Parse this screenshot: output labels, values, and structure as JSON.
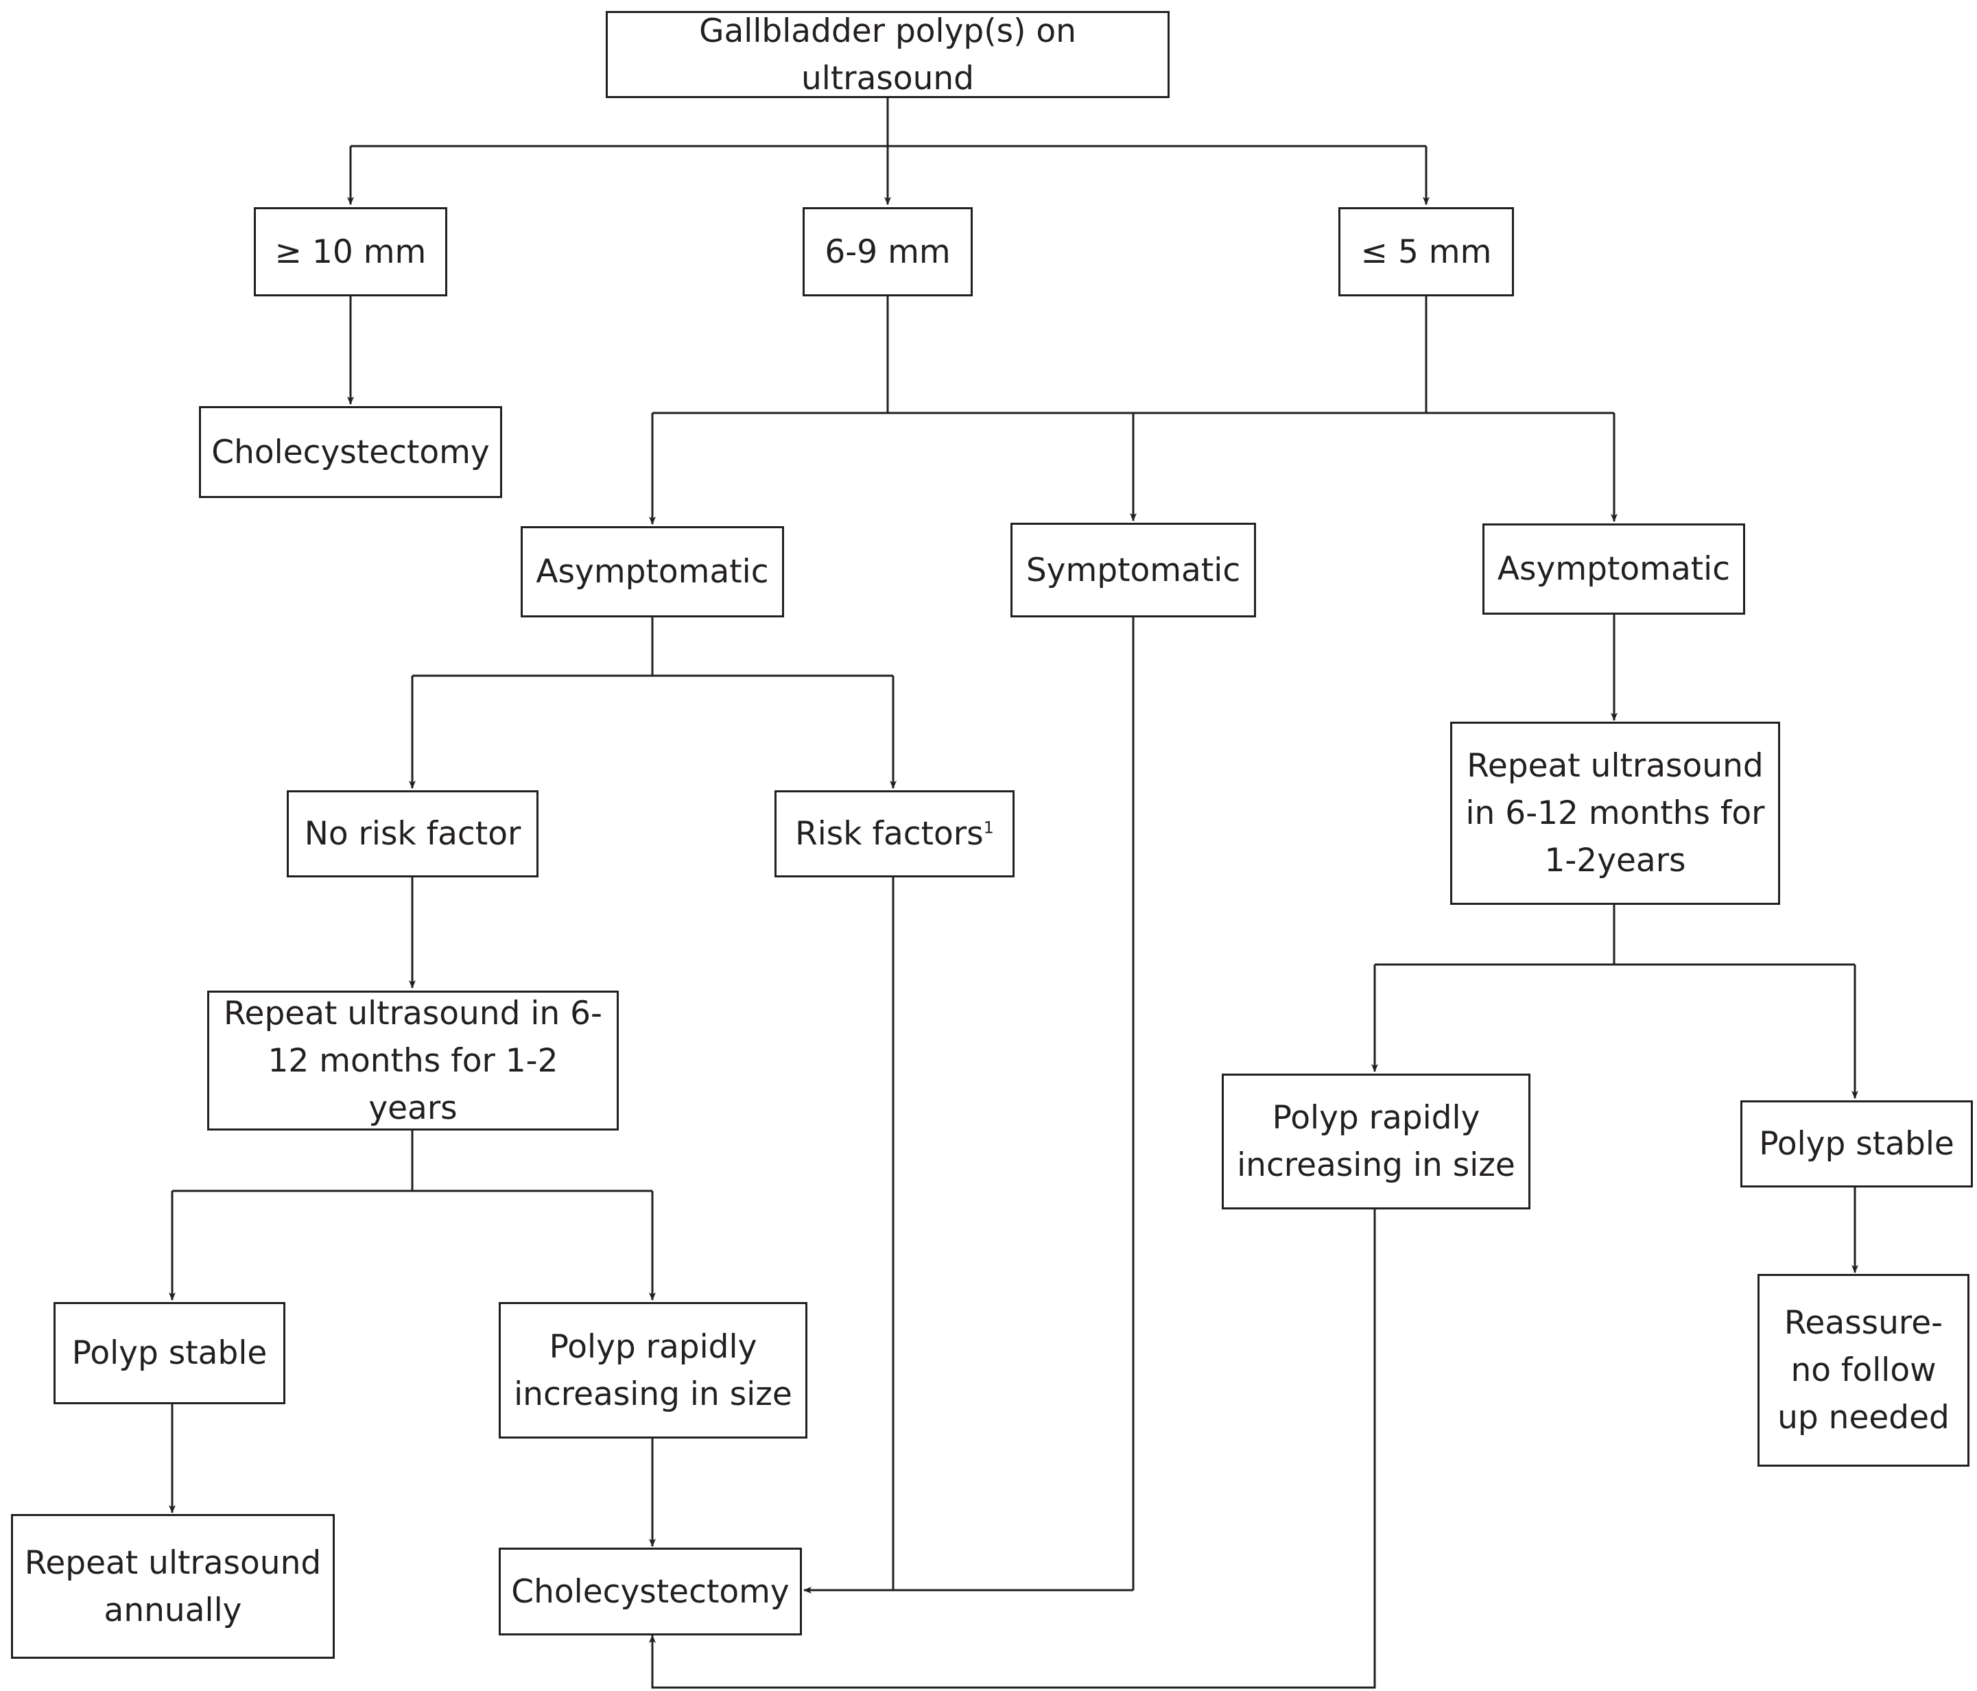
{
  "nodes": {
    "root": "Gallbladder polyp(s) on ultrasound",
    "size_large": "≥ 10 mm",
    "size_mid": "6-9 mm",
    "size_small": "≤ 5 mm",
    "chole_top": "Cholecystectomy",
    "asym_left": "Asymptomatic",
    "symptomatic": "Symptomatic",
    "asym_right": "Asymptomatic",
    "no_risk": "No risk factor",
    "risk": "Risk factors",
    "risk_note": "1",
    "repeat_us_left": "Repeat ultrasound in 6-12 months for 1-2 years",
    "repeat_us_right": "Repeat ultrasound in 6-12 months for 1-2years",
    "polyp_stable_left": "Polyp stable",
    "polyp_rapid_left": "Polyp rapidly increasing in size",
    "polyp_rapid_right": "Polyp rapidly increasing in size",
    "polyp_stable_right": "Polyp stable",
    "repeat_annual": "Repeat ultrasound annually",
    "chole_bottom": "Cholecystectomy",
    "reassure": "Reassure- no follow up needed"
  }
}
